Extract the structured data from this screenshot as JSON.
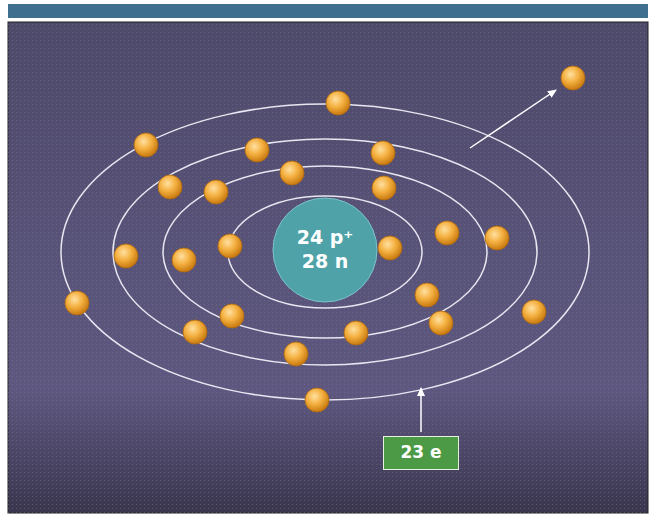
{
  "diagram": {
    "nodes": [
      {
        "text": [
          "24 p⁺",
          "28 n"
        ]
      },
      {
        "text": [
          "23 e"
        ]
      }
    ]
  }
}
